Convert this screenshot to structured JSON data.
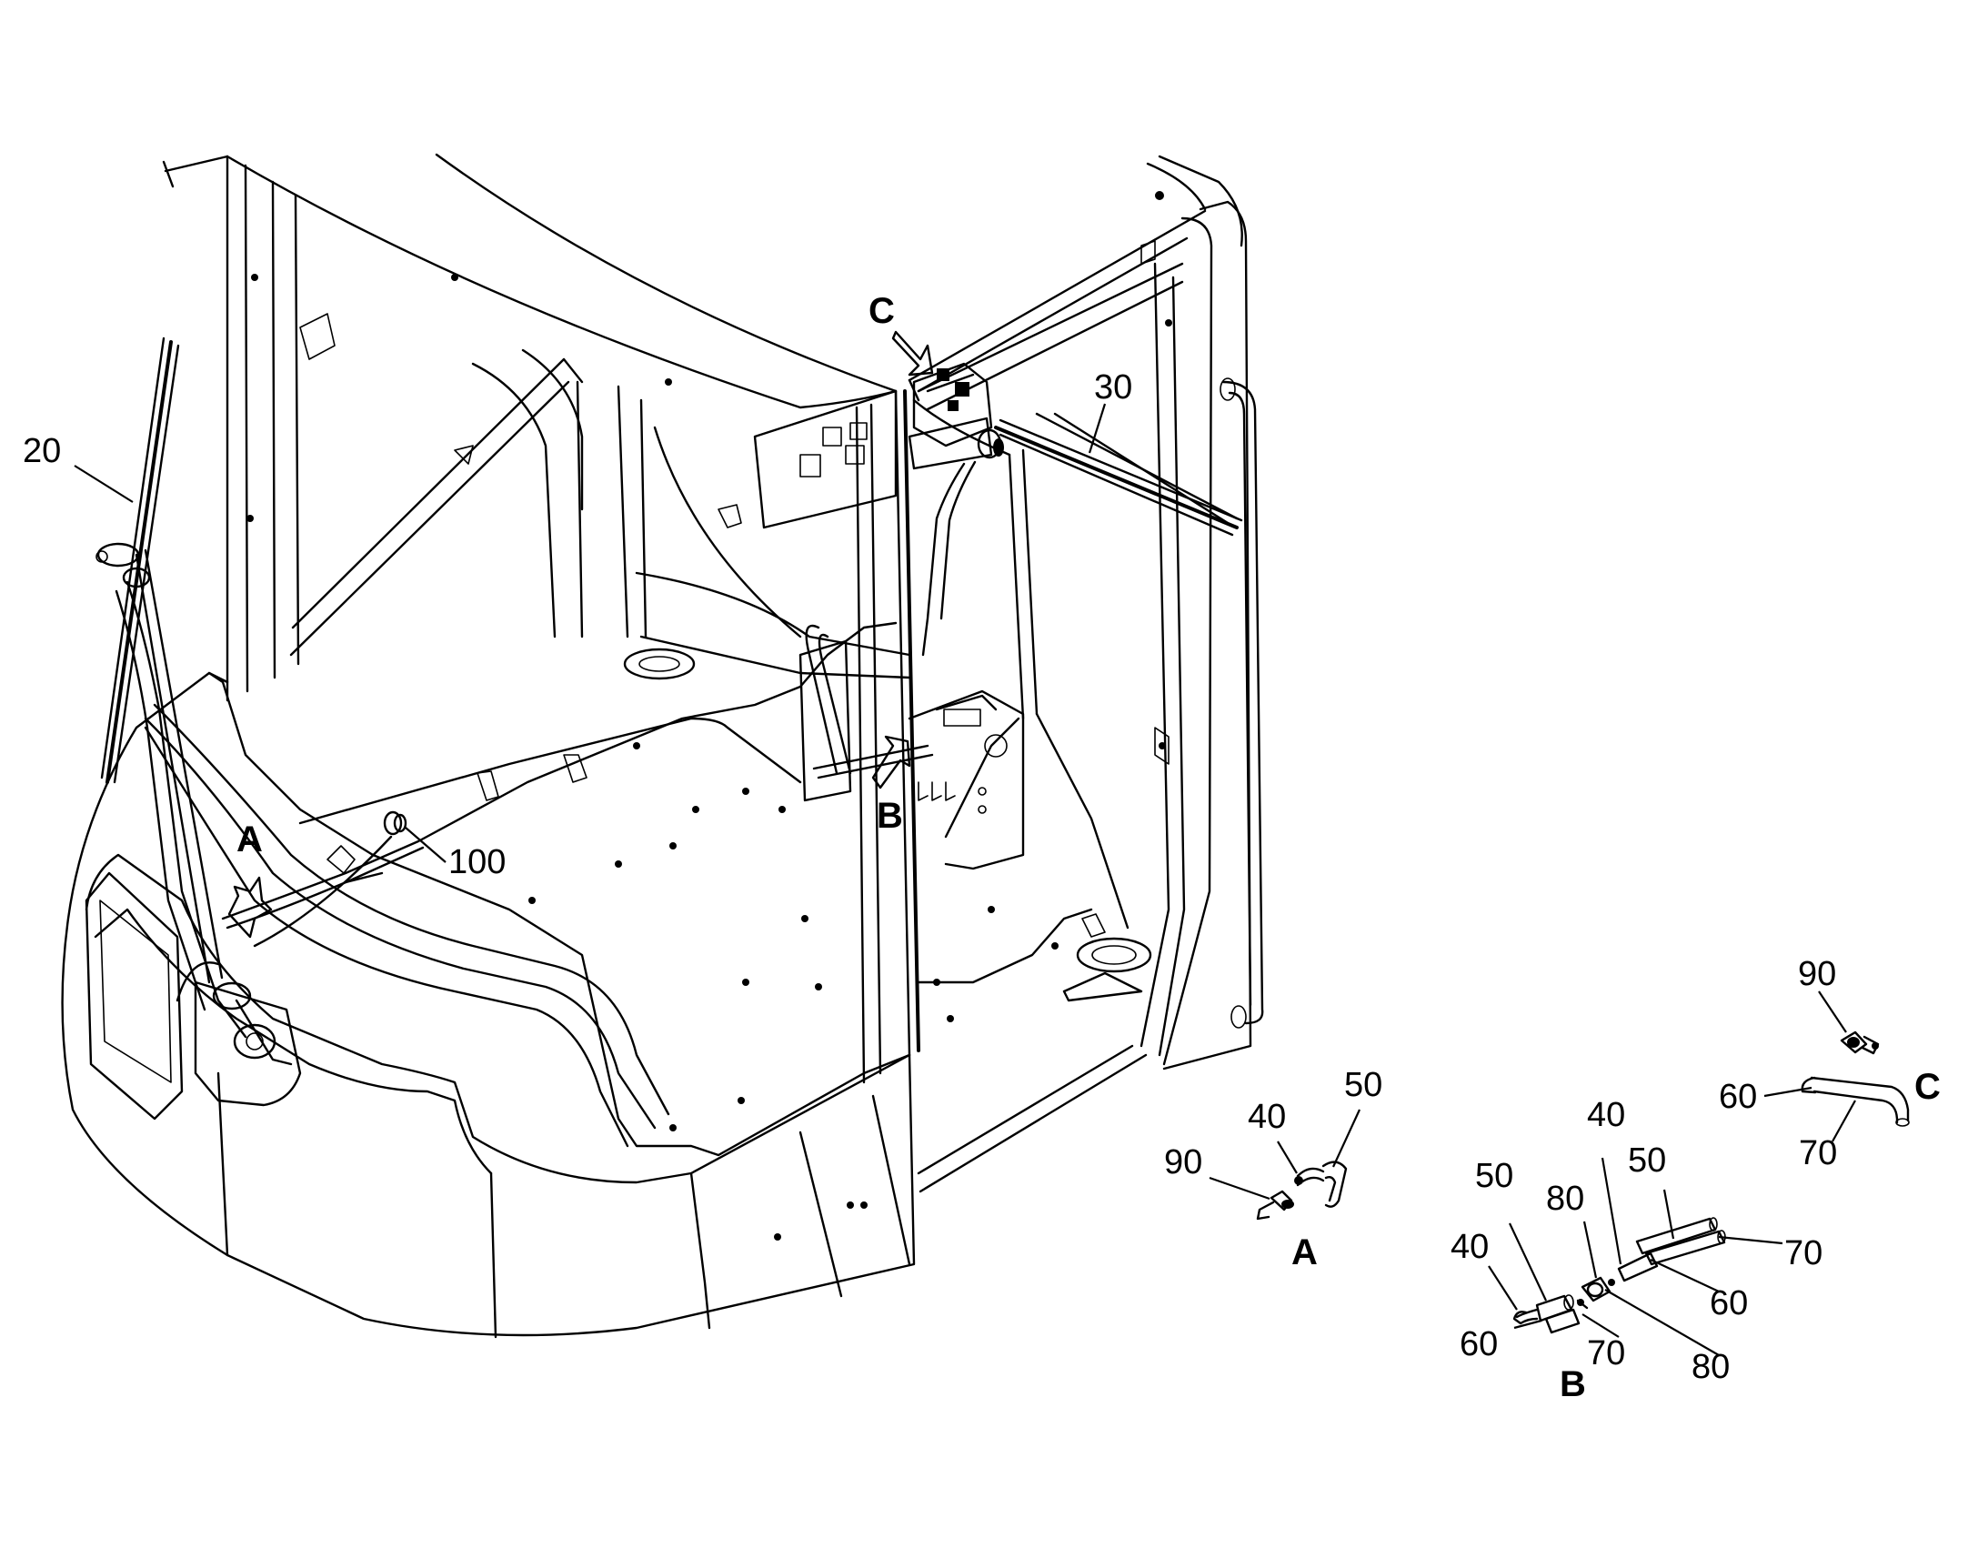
{
  "callouts": {
    "c20": "20",
    "c30": "30",
    "c100": "100",
    "a40": "40",
    "a50": "50",
    "a90": "90",
    "b40a": "40",
    "b50a": "50",
    "b80a": "80",
    "b40b": "40",
    "b50b": "50",
    "b70a": "70",
    "b60a": "60",
    "b80b": "80",
    "b60b": "60",
    "b70b": "70",
    "c90": "90",
    "c60": "60",
    "c70": "70"
  },
  "view_markers": {
    "main_A": "A",
    "main_B": "B",
    "main_C": "C",
    "detail_A": "A",
    "detail_B": "B",
    "detail_C": "C"
  }
}
